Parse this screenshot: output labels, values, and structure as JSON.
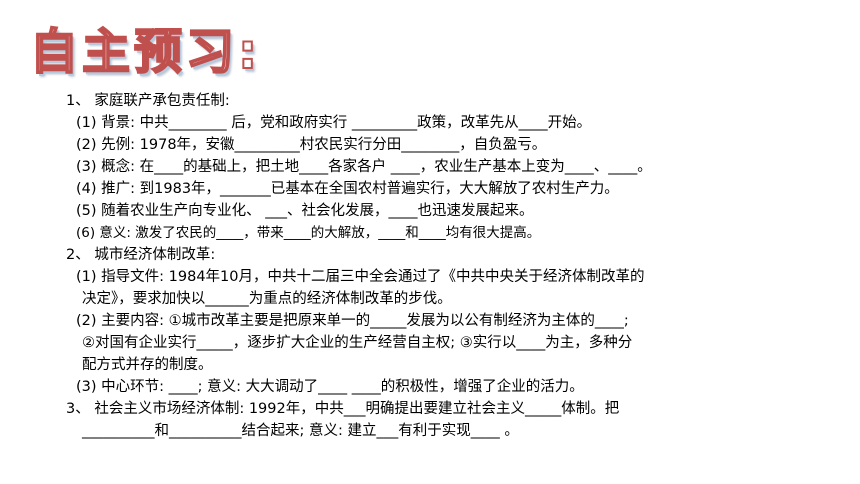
{
  "title": "自主预习:",
  "lines": [
    {
      "text": "1、  家庭联产承包责任制:",
      "cls": "head"
    },
    {
      "text": "(1) 背景: 中共________ 后，党和政府实行 _________政策，改革先从____开始。",
      "cls": "indent1"
    },
    {
      "text": "(2) 先例: 1978年，安徽_________村农民实行分田________，自负盈亏。",
      "cls": "indent1"
    },
    {
      "text": "(3) 概念: 在____的基础上，把土地____各家各户 ____，农业生产基本上变为____、____。",
      "cls": "indent1"
    },
    {
      "text": "(4) 推广: 到1983年，_______已基本在全国农村普遍实行，大大解放了农村生产力。",
      "cls": "indent1"
    },
    {
      "text": "(5) 随着农业生产向专业化、 ___、社会化发展，____也迅速发展起来。",
      "cls": "indent1"
    },
    {
      "text": "(6) 意义: 激发了农民的____，带来____的大解放，____和____均有很大提高。",
      "cls": "indent1 small"
    },
    {
      "text": "2、  城市经济体制改革:",
      "cls": "head"
    },
    {
      "text": "(1) 指导文件: 1984年10月，中共十二届三中全会通过了《中共中央关于经济体制改革的",
      "cls": "indent1"
    },
    {
      "text": "决定》，要求加快以______为重点的经济体制改革的步伐。",
      "cls": "cont"
    },
    {
      "text": "(2) 主要内容: ①城市改革主要是把原来单一的_____发展为以公有制经济为主体的____;",
      "cls": "indent1"
    },
    {
      "text": "②对国有企业实行_____，逐步扩大企业的生产经营自主权; ③实行以____为主，多种分",
      "cls": "cont"
    },
    {
      "text": "配方式并存的制度。",
      "cls": "cont"
    },
    {
      "text": "(3) 中心环节: ____; 意义: 大大调动了____ ____的积极性，增强了企业的活力。",
      "cls": "indent1"
    },
    {
      "text": "3、  社会主义市场经济体制: 1992年，中共___明确提出要建立社会主义_____体制。把",
      "cls": "head"
    },
    {
      "text": "__________和__________结合起来; 意义: 建立___有利于实现____ 。",
      "cls": "cont"
    }
  ]
}
